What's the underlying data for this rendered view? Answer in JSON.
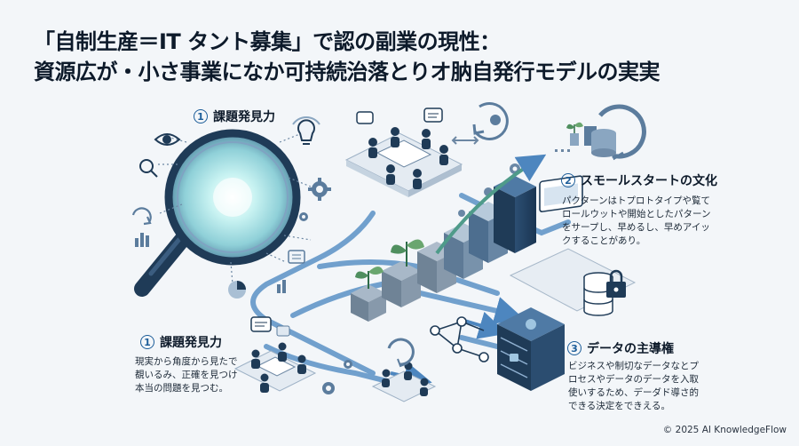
{
  "title": {
    "line1": "「自制生産＝IT タント募集」で認の副業の現性：",
    "line2": "資源広が・小さ事業になか可持続治落とりオ肭自発行モデルの実実"
  },
  "sections": {
    "top_left": {
      "number": "1",
      "label": "課題発見力"
    },
    "bottom_left": {
      "number": "1",
      "label": "課題発見力",
      "description": [
        "現実から角度から見たで",
        "覩いるみ、正確を見つけ",
        "本当の問題を見つむ。"
      ]
    },
    "right_top": {
      "number": "2",
      "label": "スモールスタートの文化",
      "description": [
        "パクターンはトプロトタイプや覧て",
        "ロールウットや開始としたパターン",
        "をサープし、早めるし、早めアイッ",
        "クすることがあり。"
      ]
    },
    "right_bottom": {
      "number": "3",
      "label": "データの主導権",
      "description": [
        "ビジネスや制切なデータなとプ",
        "ロセスやデータのデータを入取",
        "使いするため、デーダド導さ的",
        "できる決定をできえる。"
      ]
    }
  },
  "footer": "© 2025 AI KnowledgeFlow",
  "icons": [
    "magnifier-icon",
    "eye-icon",
    "bulb-icon",
    "gear-icon",
    "pie-chart-icon",
    "document-icon",
    "refresh-icon",
    "seedling-icon",
    "server-icon",
    "lock-icon",
    "network-icon",
    "team-meeting-icon",
    "chat-icon"
  ],
  "colors": {
    "navy": "#1f3b57",
    "accent": "#1c5d99",
    "lens": "#9fe3e6",
    "background": "#f3f6f9"
  }
}
